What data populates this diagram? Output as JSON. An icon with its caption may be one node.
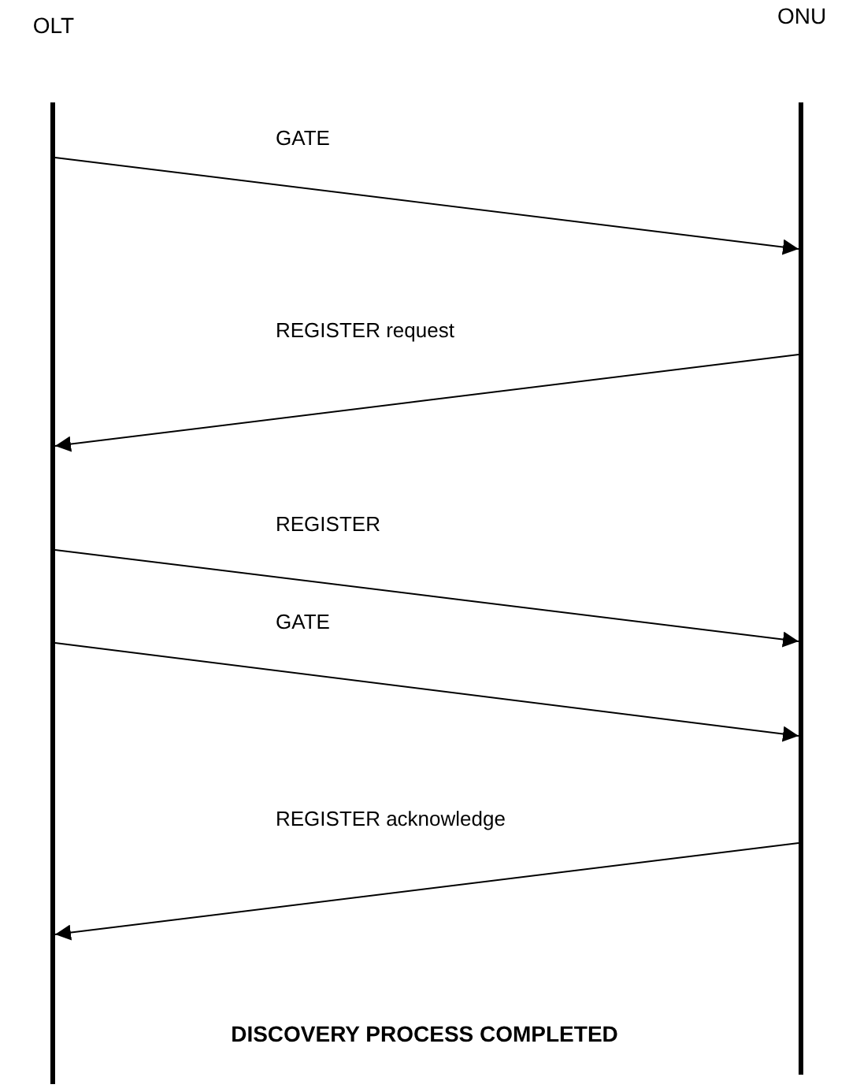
{
  "diagram": {
    "caption": "DISCOVERY PROCESS COMPLETED",
    "nodes": [
      {
        "text": [
          "OLT"
        ]
      },
      {
        "text": [
          "ONU"
        ]
      }
    ],
    "edges": [
      {
        "from": 0,
        "to": 1,
        "arrow": "to",
        "label": "GATE"
      },
      {
        "from": 1,
        "to": 0,
        "arrow": "to",
        "label": "REGISTER request"
      },
      {
        "from": 0,
        "to": 1,
        "arrow": "to",
        "label": "REGISTER"
      },
      {
        "from": 0,
        "to": 1,
        "arrow": "to",
        "label": "GATE"
      },
      {
        "from": 1,
        "to": 0,
        "arrow": "to",
        "label": "REGISTER acknowledge"
      }
    ]
  }
}
